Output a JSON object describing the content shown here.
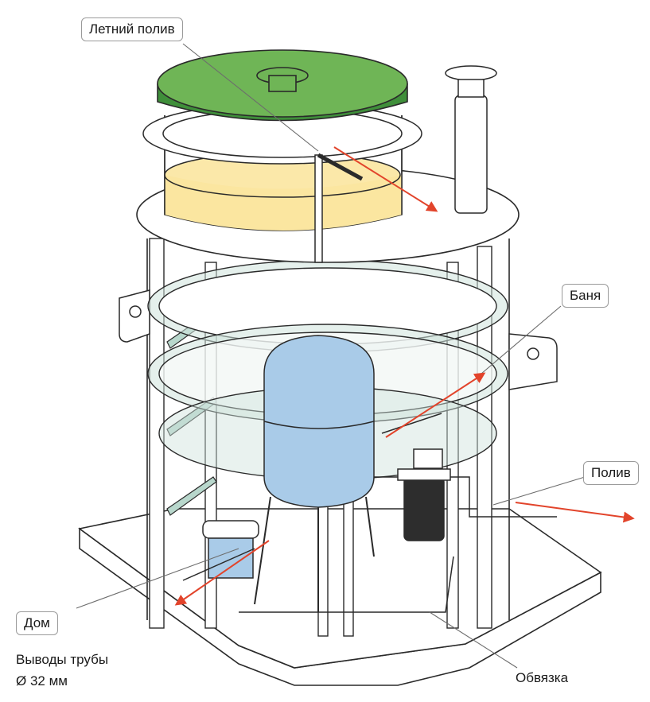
{
  "labels": {
    "summer_watering": "Летний полив",
    "bath": "Баня",
    "watering": "Полив",
    "house": "Дом",
    "outlets_line1": "Выводы трубы",
    "outlets_line2": "Ø 32 мм",
    "piping": "Обвязка"
  },
  "colors": {
    "lid": "#6fb556",
    "lid_dark": "#3f8f3a",
    "fill": "#fbe6a0",
    "tank": "#a9cbe8",
    "ring": "#cfe3dc",
    "arrow": "#e2442b",
    "line": "#2a2a2a"
  }
}
